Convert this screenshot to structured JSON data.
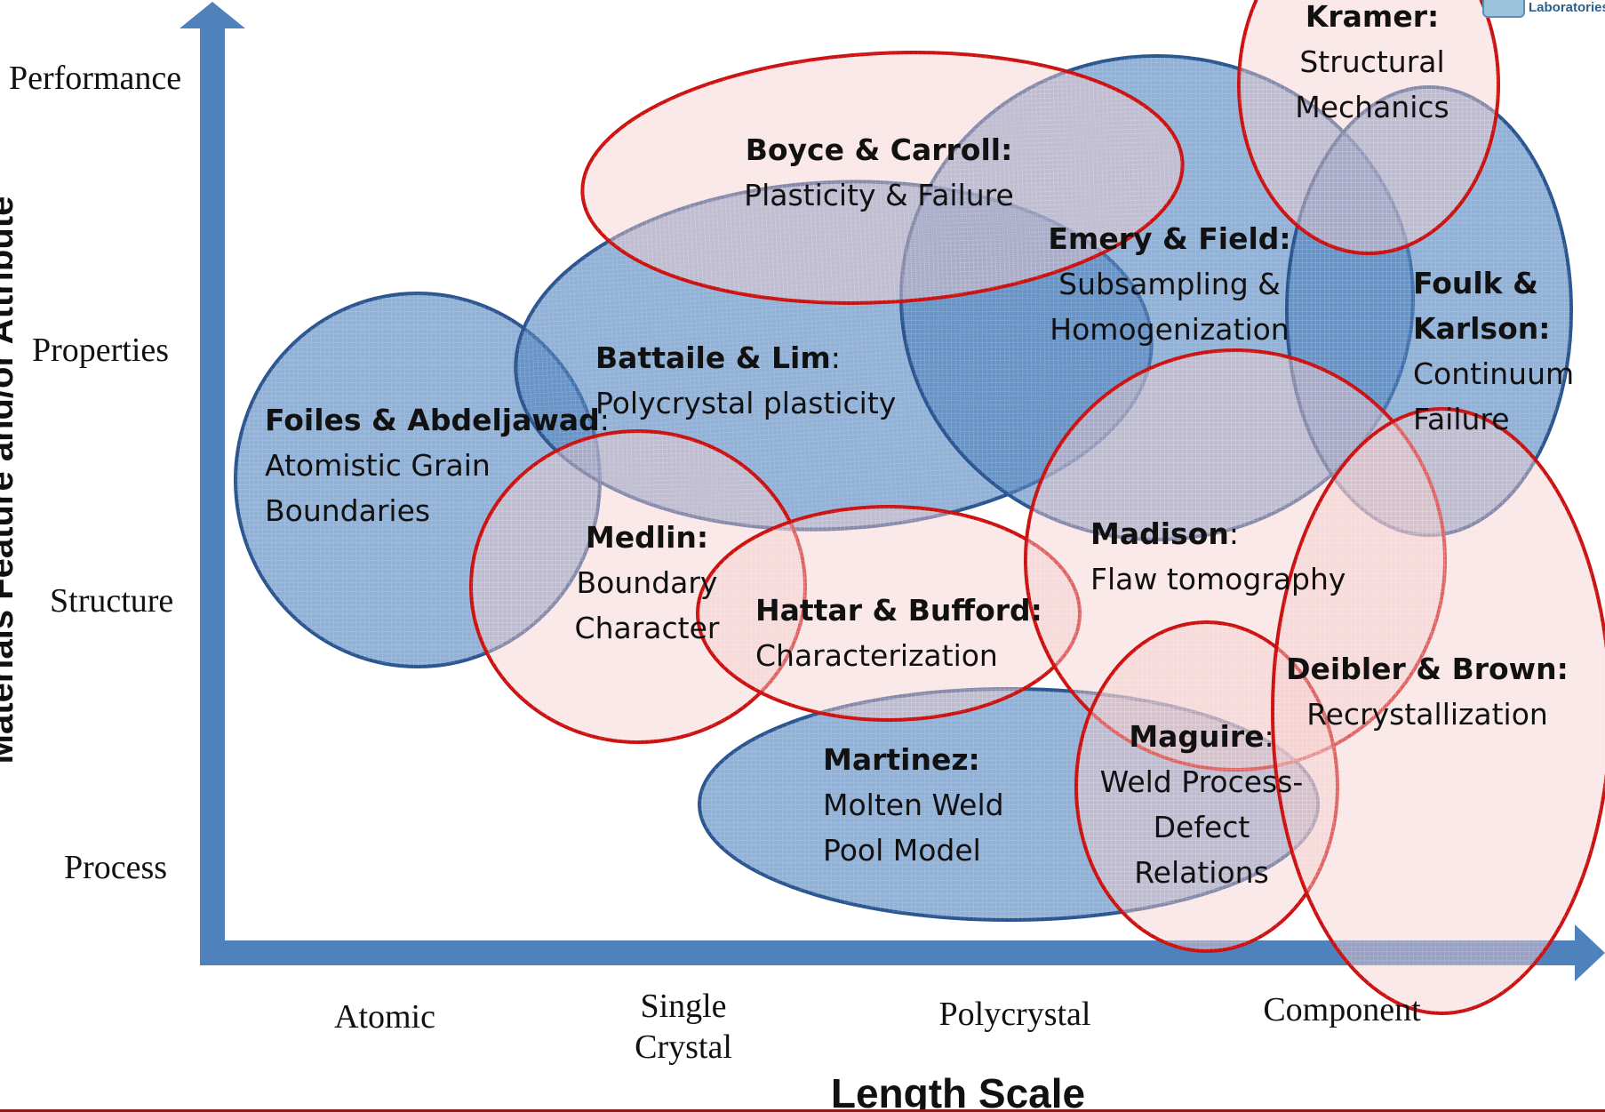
{
  "y_axis": {
    "title": "Materials Feature and/or Attribute",
    "levels": [
      "Performance",
      "Properties",
      "Structure",
      "Process"
    ]
  },
  "x_axis": {
    "title": "Length Scale",
    "levels": [
      {
        "lines": [
          "Atomic"
        ]
      },
      {
        "lines": [
          "Single",
          "Crystal"
        ]
      },
      {
        "lines": [
          "Polycrystal"
        ]
      },
      {
        "lines": [
          "Component"
        ]
      }
    ]
  },
  "logo": {
    "text": "Laboratories"
  },
  "groups": [
    {
      "id": "kramer",
      "color": "red",
      "lines": [
        {
          "t": "Kramer:",
          "b": true
        },
        {
          "t": "Structural"
        },
        {
          "t": "Mechanics"
        }
      ]
    },
    {
      "id": "boyce-carroll",
      "color": "red",
      "lines": [
        {
          "t": "Boyce & Carroll:",
          "b": true
        },
        {
          "t": "Plasticity & Failure"
        }
      ]
    },
    {
      "id": "emery-field",
      "color": "blue",
      "lines": [
        {
          "t": "Emery & Field:",
          "b": true
        },
        {
          "t": "Subsampling &"
        },
        {
          "t": "Homogenization"
        }
      ]
    },
    {
      "id": "foulk-karlson",
      "color": "blue",
      "lines": [
        {
          "t": "Foulk &",
          "b": true
        },
        {
          "t": "Karlson:",
          "b": true
        },
        {
          "t": "Continuum"
        },
        {
          "t": "Failure"
        }
      ]
    },
    {
      "id": "battaile-lim",
      "color": "blue",
      "lines": [
        {
          "t": "Battaile & Lim",
          "b": true,
          "suffix": ":"
        },
        {
          "t": "Polycrystal plasticity"
        }
      ]
    },
    {
      "id": "foiles-abdeljawad",
      "color": "blue",
      "lines": [
        {
          "t": "Foiles & Abdeljawad",
          "b": true,
          "suffix": ":"
        },
        {
          "t": "Atomistic Grain"
        },
        {
          "t": "Boundaries"
        }
      ]
    },
    {
      "id": "medlin",
      "color": "red",
      "lines": [
        {
          "t": "Medlin:",
          "b": true
        },
        {
          "t": "Boundary"
        },
        {
          "t": "Character"
        }
      ]
    },
    {
      "id": "hattar-bufford",
      "color": "red",
      "lines": [
        {
          "t": "Hattar & Bufford:",
          "b": true
        },
        {
          "t": "Characterization"
        }
      ]
    },
    {
      "id": "madison",
      "color": "red",
      "lines": [
        {
          "t": "Madison",
          "b": true,
          "suffix": ":"
        },
        {
          "t": "Flaw tomography"
        }
      ]
    },
    {
      "id": "deibler-brown",
      "color": "red",
      "lines": [
        {
          "t": "Deibler & Brown:",
          "b": true
        },
        {
          "t": "Recrystallization"
        }
      ]
    },
    {
      "id": "martinez",
      "color": "blue",
      "lines": [
        {
          "t": "Martinez:",
          "b": true
        },
        {
          "t": "Molten Weld"
        },
        {
          "t": "Pool Model"
        }
      ]
    },
    {
      "id": "maguire",
      "color": "red",
      "lines": [
        {
          "t": "Maguire",
          "b": true,
          "suffix": ":"
        },
        {
          "t": "Weld Process-"
        },
        {
          "t": "Defect"
        },
        {
          "t": "Relations"
        }
      ]
    }
  ]
}
